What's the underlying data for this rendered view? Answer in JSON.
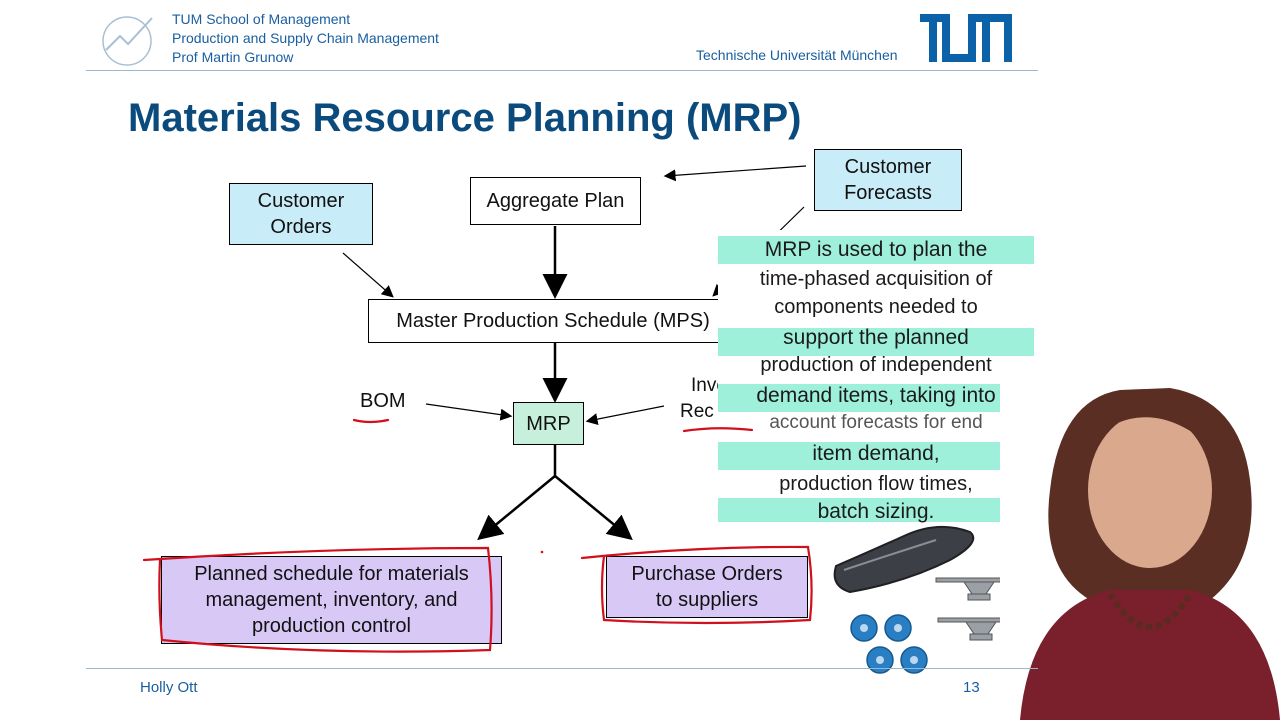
{
  "header": {
    "line1": "TUM School of Management",
    "line2": "Production and Supply Chain Management",
    "line3": "Prof Martin Grunow",
    "university": "Technische Universität München",
    "logo_text": "TUM"
  },
  "slide": {
    "title": "Materials Resource Planning (MRP)"
  },
  "diagram": {
    "customer_orders": "Customer\nOrders",
    "aggregate_plan": "Aggregate Plan",
    "customer_forecasts": "Customer\nForecasts",
    "mps": "Master Production Schedule (MPS)",
    "bom": "BOM",
    "mrp": "MRP",
    "inventory_records_1": "Inventory",
    "inventory_records_2": "Rec",
    "planned_schedule": "Planned schedule for materials\nmanagement, inventory, and\nproduction control",
    "purchase_orders": "Purchase Orders\nto suppliers"
  },
  "overlay": {
    "lines": [
      "MRP is used to plan the",
      "time-phased acquisition of",
      "components needed to",
      "support the planned",
      "production of independent",
      "demand items, taking into",
      "account forecasts for end",
      "item demand,",
      "production flow times,",
      "batch sizing."
    ]
  },
  "footer": {
    "presenter": "Holly Ott",
    "page": "13"
  },
  "colors": {
    "tum_blue": "#0b4a7c",
    "header_text": "#1a5fa0",
    "cyan_box": "#c9ecf9",
    "green_box": "#c7f0dc",
    "violet_box": "#d7c8f6",
    "overlay_strip": "#9ff0da",
    "annotation_red": "#d0101c"
  }
}
